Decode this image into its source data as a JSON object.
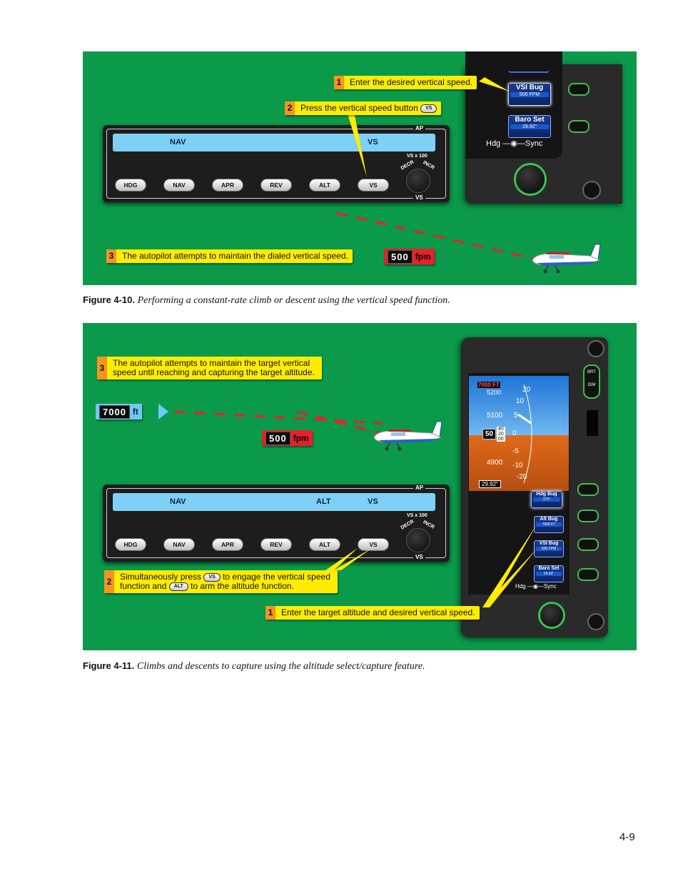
{
  "fig1": {
    "callout1": {
      "num": "1",
      "text": "Enter the desired vertical speed."
    },
    "callout2": {
      "num": "2",
      "text": "Press the vertical speed button",
      "btn": "VS"
    },
    "callout3": {
      "num": "3",
      "text": "The autopilot attempts to maintain the dialed vertical speed."
    },
    "ap": {
      "label_top": "AP",
      "label_bottom": "VS",
      "annun_left": "NAV",
      "annun_right": "VS",
      "vs_scale": "VS x 100",
      "decr": "DECR",
      "incr": "INCR",
      "buttons": [
        "HDG",
        "NAV",
        "APR",
        "REV",
        "ALT",
        "VS"
      ]
    },
    "readout": {
      "digits": "500",
      "unit": "fpm"
    },
    "softkeys": [
      {
        "label": "VSI Bug",
        "value": "500 FPM"
      },
      {
        "label": "Baro Set",
        "value": "29.92\""
      }
    ],
    "hdg_sync": {
      "left": "Hdg",
      "right": "Sync"
    }
  },
  "fig2": {
    "callout3": {
      "num": "3",
      "line1": "The autopilot attempts to maintain the target vertical",
      "line2": "speed until reaching and capturing the target altitude."
    },
    "callout2": {
      "num": "2",
      "part1": "Simultaneously press",
      "btn1": "VS",
      "part2": "to engage the vertical speed",
      "part3": "function and",
      "btn2": "ALT",
      "part4": "to arm the altitude function."
    },
    "callout1": {
      "num": "1",
      "text": "Enter the target altitude and desired vertical speed."
    },
    "alt_readout": {
      "digits": "7000",
      "unit": "ft"
    },
    "readout": {
      "digits": "500",
      "unit": "fpm"
    },
    "ap": {
      "label_top": "AP",
      "label_bottom": "VS",
      "annun_left": "NAV",
      "annun_mid": "ALT",
      "annun_right": "VS",
      "vs_scale": "VS x 100",
      "decr": "DECR",
      "incr": "INCR",
      "buttons": [
        "HDG",
        "NAV",
        "APR",
        "REV",
        "ALT",
        "VS"
      ]
    },
    "pfd": {
      "alt_bug": "7000 FT",
      "alt_top": "5200",
      "alt_upper": "5100",
      "alt_current": "50",
      "alt_roll": [
        "40",
        "20",
        "00"
      ],
      "alt_lower": "4900",
      "baro": "29.92\"",
      "vs_scale": [
        "20",
        "10",
        "5",
        "0",
        "-5",
        "-10",
        "-20"
      ]
    },
    "side_buttons": {
      "top": "BRT",
      "bottom": "DIM"
    },
    "softkeys": [
      {
        "label": "Hdg Bug",
        "value": "270°"
      },
      {
        "label": "Alt Bug",
        "value": "7000 FT"
      },
      {
        "label": "VSI Bug",
        "value": "500 FPM"
      },
      {
        "label": "Baro Set",
        "value": "29.92\""
      }
    ],
    "hdg_sync": {
      "left": "Hdg",
      "right": "Sync"
    }
  },
  "captions": {
    "fig1_label": "Figure 4-10.",
    "fig1_text": "Performing a constant-rate climb or descent using the vertical speed function.",
    "fig2_label": "Figure 4-11.",
    "fig2_text": "Climbs and descents to capture using the altitude select/capture feature."
  },
  "page_number": "4-9"
}
